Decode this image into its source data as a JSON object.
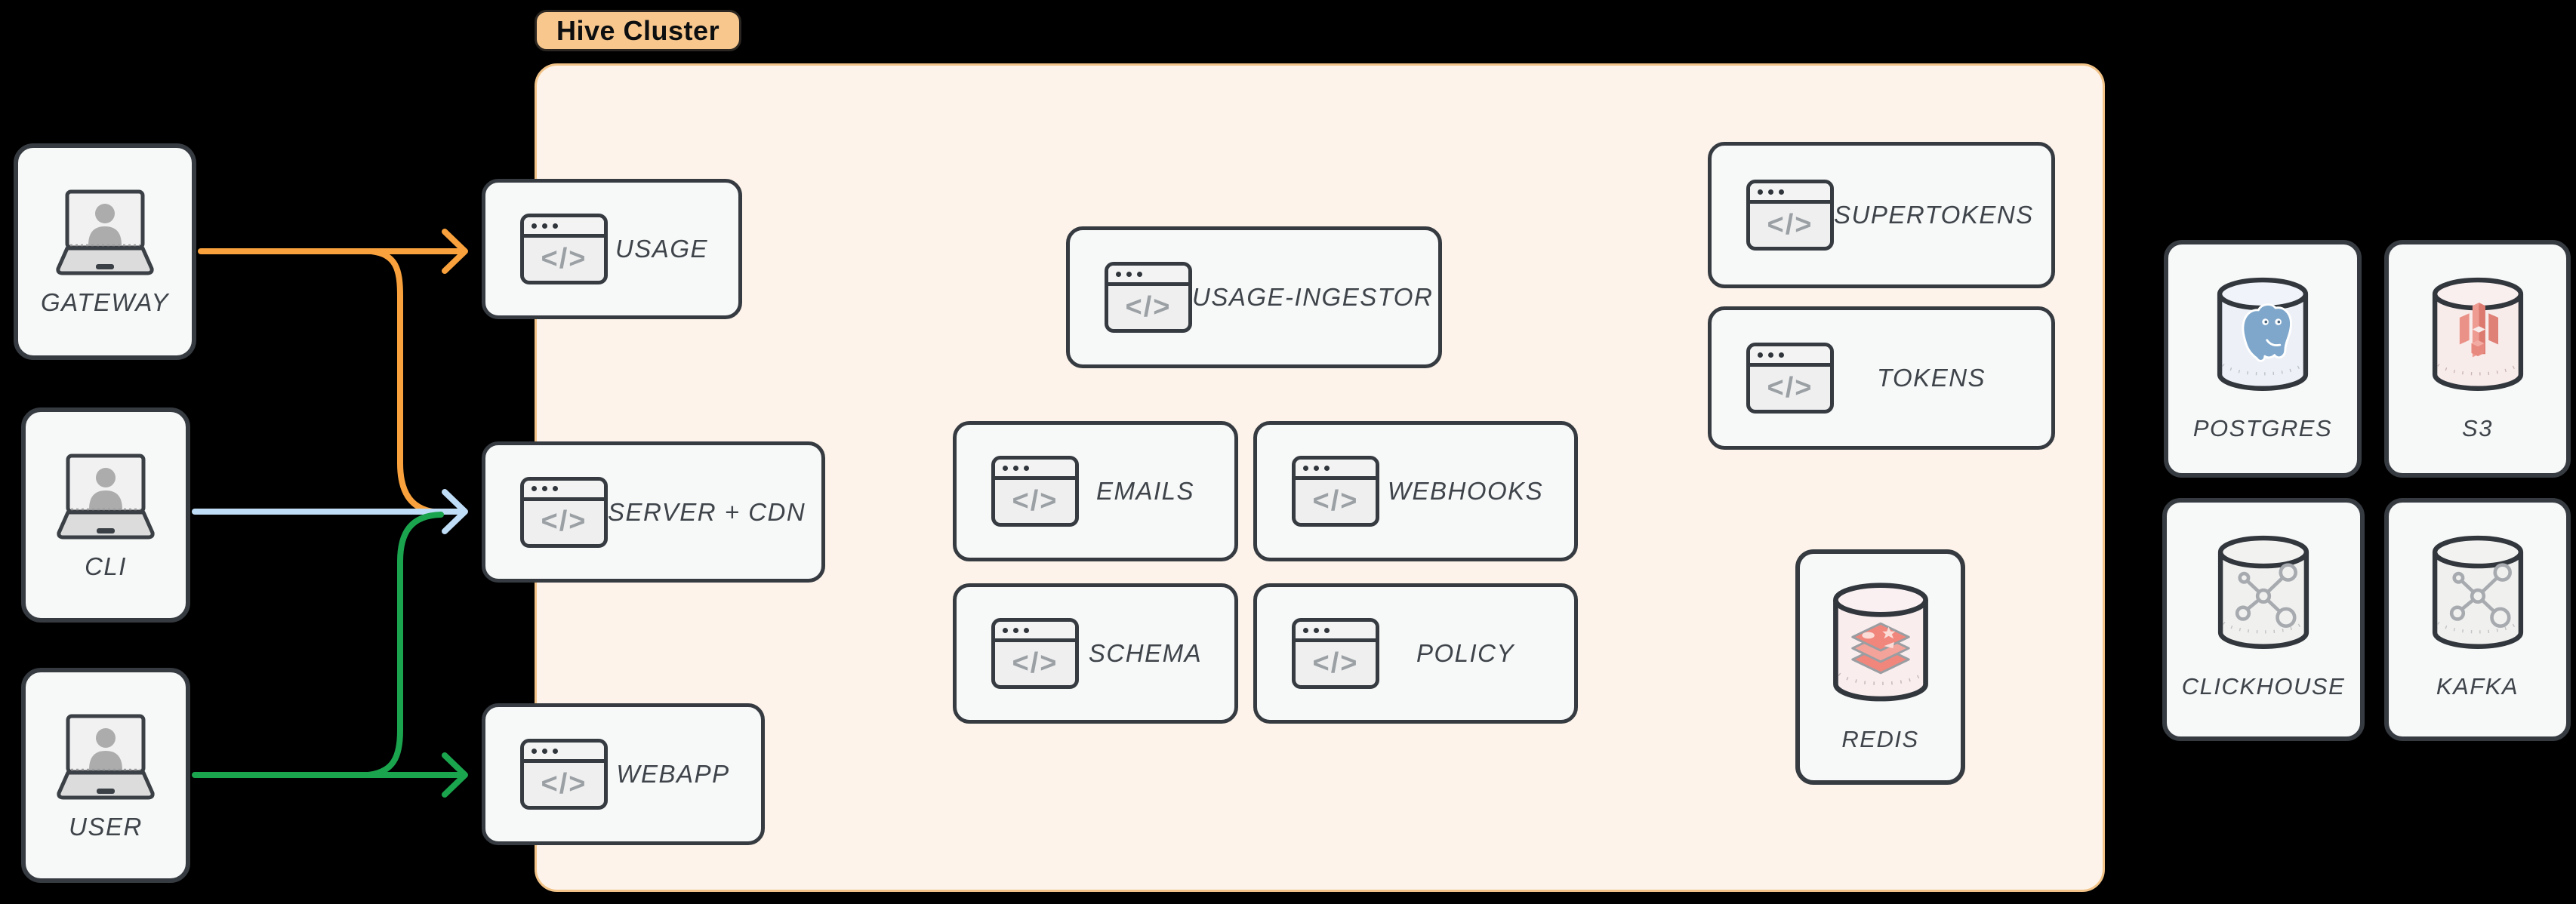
{
  "cluster": {
    "label": "Hive Cluster"
  },
  "glyphs": {
    "code": "</>"
  },
  "nodes": {
    "gateway": {
      "label": "GATEWAY",
      "type": "client"
    },
    "cli": {
      "label": "CLI",
      "type": "client"
    },
    "user": {
      "label": "USER",
      "type": "client"
    },
    "usage": {
      "label": "USAGE",
      "type": "service"
    },
    "server_cdn": {
      "label": "SERVER + CDN",
      "type": "service"
    },
    "webapp": {
      "label": "WEBAPP",
      "type": "service"
    },
    "usage_ingestor": {
      "label": "USAGE-INGESTOR",
      "type": "service"
    },
    "emails": {
      "label": "EMAILS",
      "type": "service"
    },
    "webhooks": {
      "label": "WEBHOOKS",
      "type": "service"
    },
    "schema": {
      "label": "SCHEMA",
      "type": "service"
    },
    "policy": {
      "label": "POLICY",
      "type": "service"
    },
    "supertokens": {
      "label": "SUPERTOKENS",
      "type": "service"
    },
    "tokens": {
      "label": "TOKENS",
      "type": "service"
    },
    "redis": {
      "label": "REDIS",
      "type": "datastore"
    },
    "postgres": {
      "label": "POSTGRES",
      "type": "datastore"
    },
    "s3": {
      "label": "S3",
      "type": "datastore"
    },
    "clickhouse": {
      "label": "CLICKHOUSE",
      "type": "datastore"
    },
    "kafka": {
      "label": "KAFKA",
      "type": "datastore"
    }
  },
  "edges": [
    {
      "from": "GATEWAY",
      "to": "USAGE",
      "color": "#F9A13C"
    },
    {
      "from": "GATEWAY",
      "to": "SERVER + CDN",
      "color": "#F9A13C"
    },
    {
      "from": "CLI",
      "to": "SERVER + CDN",
      "color": "#BFDDF6"
    },
    {
      "from": "USER",
      "to": "SERVER + CDN",
      "color": "#1BA44E"
    },
    {
      "from": "USER",
      "to": "WEBAPP",
      "color": "#1BA44E"
    }
  ],
  "icons": {
    "client": "laptop-user-icon",
    "service": "browser-code-icon",
    "redis": "redis-stack-database-icon",
    "postgres": "postgres-elephant-database-icon",
    "s3": "s3-bucket-database-icon",
    "clickhouse": "molecule-database-icon",
    "kafka": "molecule-database-icon"
  },
  "colors": {
    "background": "#000000",
    "cluster_bg": "#FDF3EA",
    "cluster_border": "#F2C388",
    "cluster_tag_bg": "#F7C78D",
    "node_bg": "#F7F8F8",
    "node_border": "#363B41",
    "label_text": "#3E444A",
    "arrow_orange": "#F9A13C",
    "arrow_blue": "#BFDDF6",
    "arrow_green": "#1BA44E",
    "redis_accent": "#F0867C",
    "postgres_accent": "#7FA7CB",
    "s3_accent": "#E8897F",
    "molecule_accent": "#A7ABAF"
  }
}
